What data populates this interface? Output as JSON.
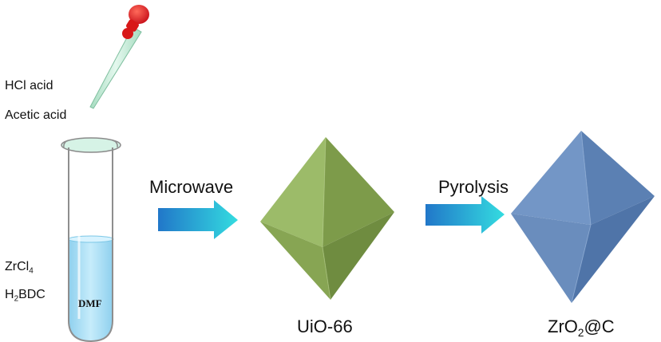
{
  "reagents_top": {
    "hcl": "HCl acid",
    "acetic": "Acetic acid"
  },
  "reagents_bottom": {
    "zr_main": "ZrCl",
    "zr_sub": "4",
    "h2bdc_pre": "H",
    "h2bdc_sub": "2",
    "h2bdc_post": "BDC"
  },
  "tube": {
    "solvent": "DMF"
  },
  "steps": {
    "microwave": "Microwave",
    "pyrolysis": "Pyrolysis"
  },
  "products": {
    "uio": "UiO-66",
    "zro2_pre": "ZrO",
    "zro2_sub": "2",
    "zro2_post": "@C"
  },
  "colors": {
    "dropper_bulb": "#e02020",
    "dropper_tube": "#c8f0dc",
    "liquid": "#a9dcf4",
    "tube_cap": "#cfeede",
    "arrow_start": "#2177c9",
    "arrow_end": "#34dce0",
    "uio_octahedron": "#8fae5a",
    "zro2_octahedron": "#5f84b8"
  },
  "icons": {
    "dropper": "dropper-icon",
    "tube": "test-tube-icon",
    "arrow": "right-arrow-icon",
    "uio": "octahedron-icon",
    "zro2": "octahedron-icon"
  }
}
